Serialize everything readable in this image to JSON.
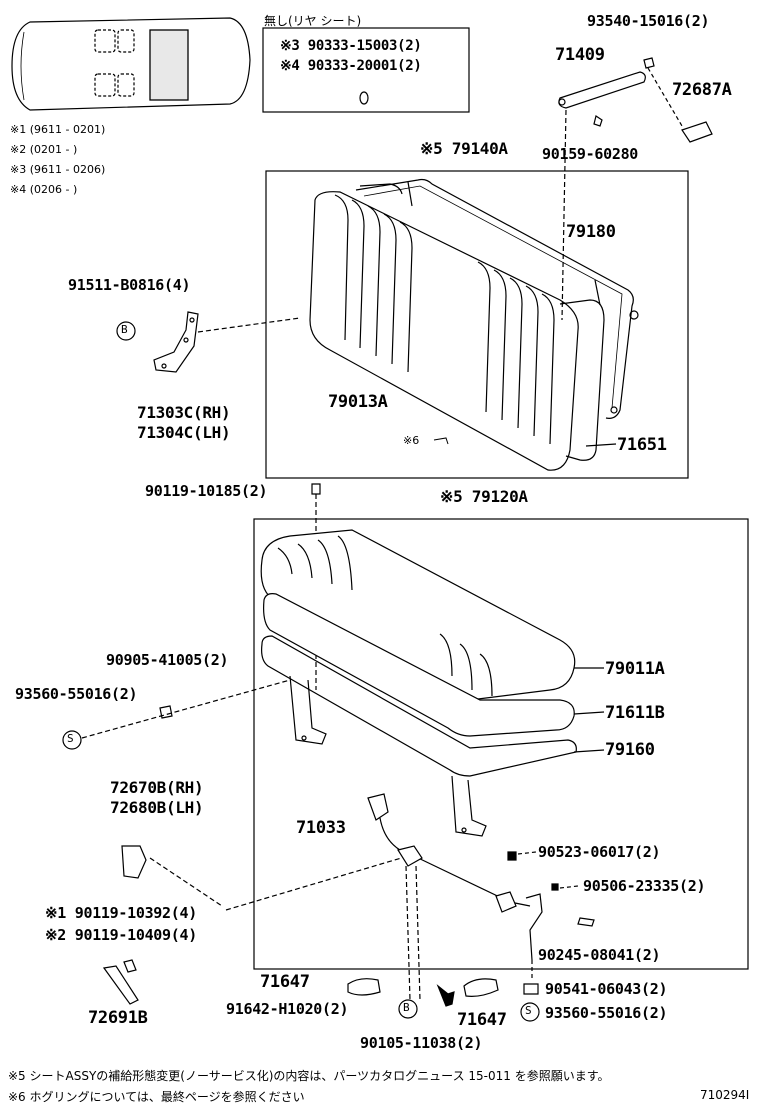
{
  "top_left_notes": [
    "※1 (9611 - 0201)",
    "※2 (0201 -     )",
    "※3 (9611 - 0206)",
    "※4 (0206 -     )"
  ],
  "nashi_box": {
    "title": "無し(リヤ シート)",
    "line1": "※3 90333-15003(2)",
    "line2": "※4 90333-20001(2)"
  },
  "part_labels": {
    "p93540": "93540-15016(2)",
    "p71409": "71409",
    "p72687A": "72687A",
    "p90159": "90159-60280",
    "p79140A": "※5 79140A",
    "p79180": "79180",
    "p91511": "91511-B0816(4)",
    "p71303C": "71303C(RH)",
    "p71304C": "71304C(LH)",
    "p79013A": "79013A",
    "p6note": "※6",
    "p71651": "71651",
    "p90119_10185": "90119-10185(2)",
    "p79120A": "※5 79120A",
    "p90905": "90905-41005(2)",
    "p93560a": "93560-55016(2)",
    "p79011A": "79011A",
    "p71611B": "71611B",
    "p79160": "79160",
    "p72670B": "72670B(RH)",
    "p72680B": "72680B(LH)",
    "p71033": "71033",
    "p90523": "90523-06017(2)",
    "p90506": "90506-23335(2)",
    "p90119_10392": "※1 90119-10392(4)",
    "p90119_10409": "※2 90119-10409(4)",
    "p90245": "90245-08041(2)",
    "p71647a": "71647",
    "p90541": "90541-06043(2)",
    "p72691B": "72691B",
    "p91642": "91642-H1020(2)",
    "p71647b": "71647",
    "p93560b": "93560-55016(2)",
    "p90105": "90105-11038(2)"
  },
  "markers": {
    "b": "B",
    "s": "S"
  },
  "footer": {
    "note5": "※5 シートASSYの補給形態変更(ノーサービス化)の内容は、パーツカタログニュース 15-011 を参照願います。",
    "note6": "※6 ホグリングについては、最終ページを参照ください",
    "code": "710294I"
  }
}
